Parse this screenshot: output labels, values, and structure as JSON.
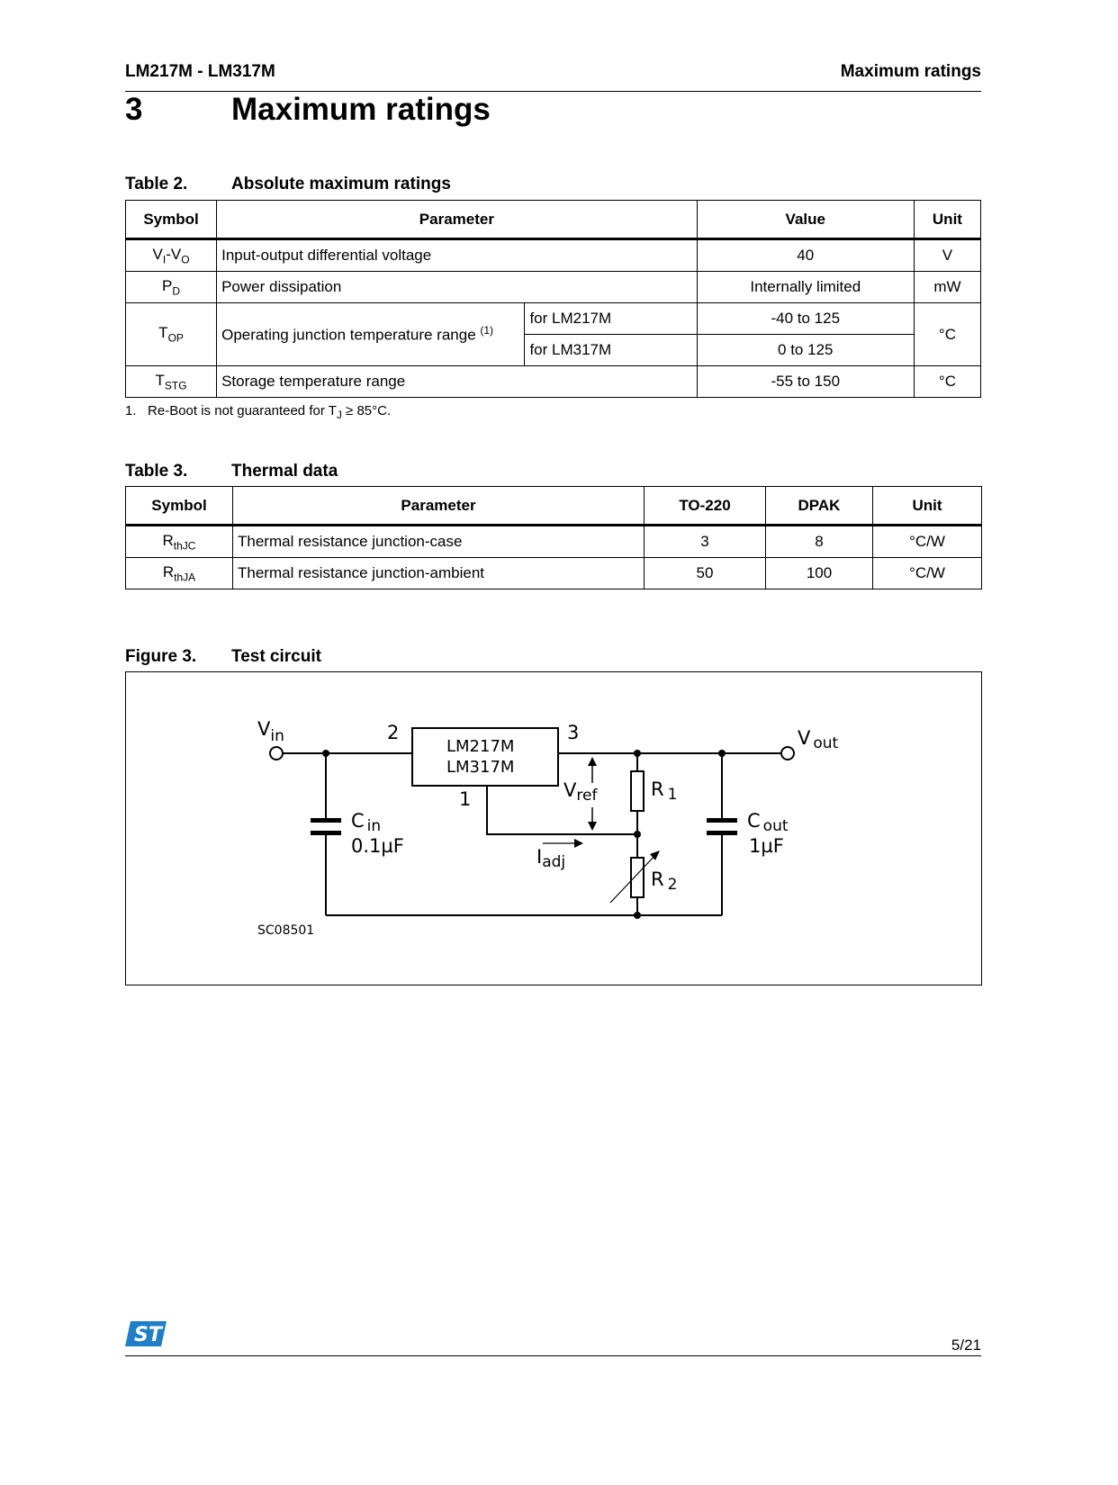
{
  "header": {
    "left": "LM217M - LM317M",
    "right": "Maximum ratings"
  },
  "section": {
    "number": "3",
    "title": "Maximum ratings"
  },
  "table2": {
    "label": "Table 2.",
    "title": "Absolute maximum ratings",
    "headers": [
      "Symbol",
      "Parameter",
      "Value",
      "Unit"
    ],
    "rows": [
      {
        "sym": "V",
        "sym_sub1": "I",
        "sym_mid": "-V",
        "sym_sub2": "O",
        "param": "Input-output differential voltage",
        "value": "40",
        "unit": "V"
      },
      {
        "sym": "P",
        "sym_sub1": "D",
        "param": "Power dissipation",
        "value": "Internally limited",
        "unit": "mW"
      },
      {
        "sym": "T",
        "sym_sub1": "OP",
        "param": "Operating junction temperature range",
        "note_ref": "(1)",
        "sub1": "for LM217M",
        "value1": "-40 to 125",
        "sub2": "for LM317M",
        "value2": "0 to 125",
        "unit": "°C"
      },
      {
        "sym": "T",
        "sym_sub1": "STG",
        "param": "Storage temperature range",
        "value": "-55 to 150",
        "unit": "°C"
      }
    ],
    "footnote": {
      "num": "1.",
      "text_a": "Re-Boot is not guaranteed for T",
      "text_sub": "J",
      "text_b": " ≥  85°C."
    }
  },
  "table3": {
    "label": "Table 3.",
    "title": "Thermal data",
    "headers": [
      "Symbol",
      "Parameter",
      "TO-220",
      "DPAK",
      "Unit"
    ],
    "rows": [
      {
        "sym": "R",
        "sym_sub": "thJC",
        "param": "Thermal resistance junction-case",
        "to220": "3",
        "dpak": "8",
        "unit": "°C/W"
      },
      {
        "sym": "R",
        "sym_sub": "thJA",
        "param": "Thermal resistance junction-ambient",
        "to220": "50",
        "dpak": "100",
        "unit": "°C/W"
      }
    ]
  },
  "figure3": {
    "label": "Figure 3.",
    "title": "Test circuit",
    "circuit": {
      "vin": "V",
      "vin_sub": "in",
      "vout": "V",
      "vout_sub": "out",
      "pin2": "2",
      "pin3": "3",
      "pin1": "1",
      "ic_line1": "LM217M",
      "ic_line2": "LM317M",
      "vref": "V",
      "vref_sub": "ref",
      "r1": "R",
      "r1_sub": "1",
      "r2": "R",
      "r2_sub": "2",
      "iadj": "I",
      "iadj_sub": "adj",
      "cin": "C",
      "cin_sub": "in",
      "cin_value": "0.1µF",
      "cout": "C",
      "cout_sub": "out",
      "cout_value": "1µF",
      "code": "SC08501"
    }
  },
  "footer": {
    "page": "5/21",
    "logo": "ST"
  }
}
